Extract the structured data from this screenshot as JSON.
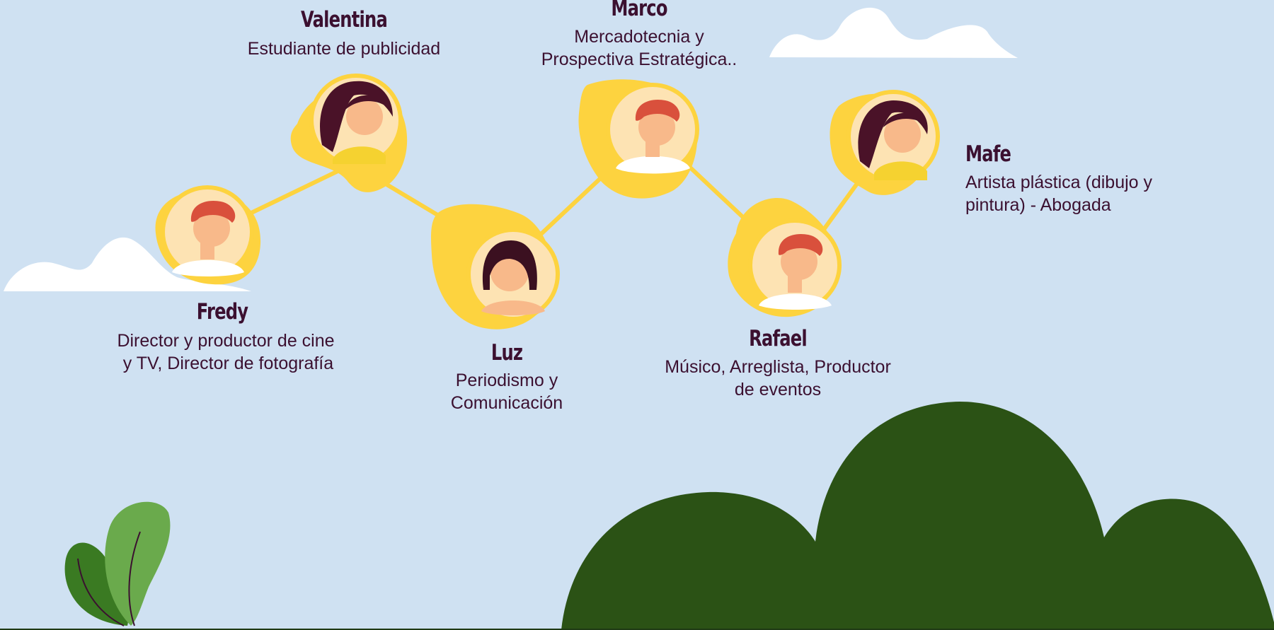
{
  "people": [
    {
      "id": "valentina",
      "name": "Valentina",
      "role_lines": [
        "Estudiante de publicidad"
      ],
      "avatar": "woman-long-hair"
    },
    {
      "id": "marco",
      "name": "Marco",
      "role_lines": [
        "Mercadotecnia y",
        "Prospectiva Estratégica.."
      ],
      "avatar": "man-red-hair"
    },
    {
      "id": "mafe",
      "name": "Mafe",
      "role_lines": [
        "Artista plástica (dibujo y",
        "pintura) - Abogada"
      ],
      "avatar": "woman-long-hair"
    },
    {
      "id": "fredy",
      "name": "Fredy",
      "role_lines": [
        "Director y productor de cine",
        " y TV, Director de fotografía"
      ],
      "avatar": "man-red-hair"
    },
    {
      "id": "luz",
      "name": "Luz",
      "role_lines": [
        "Periodismo y",
        "Comunicación"
      ],
      "avatar": "woman-bob-hair"
    },
    {
      "id": "rafael",
      "name": "Rafael",
      "role_lines": [
        "Músico, Arreglista, Productor",
        "de eventos"
      ],
      "avatar": "man-red-hair"
    }
  ],
  "colors": {
    "sky": "#cfe1f2",
    "text": "#3b1030",
    "blob": "#fdd33f",
    "connector": "#fdd33f",
    "avatar_bg": "#fde3b3",
    "hill": "#2b5215",
    "leaf_dark": "#3a7a22",
    "leaf_light": "#6aaa4c",
    "cloud": "#ffffff"
  }
}
